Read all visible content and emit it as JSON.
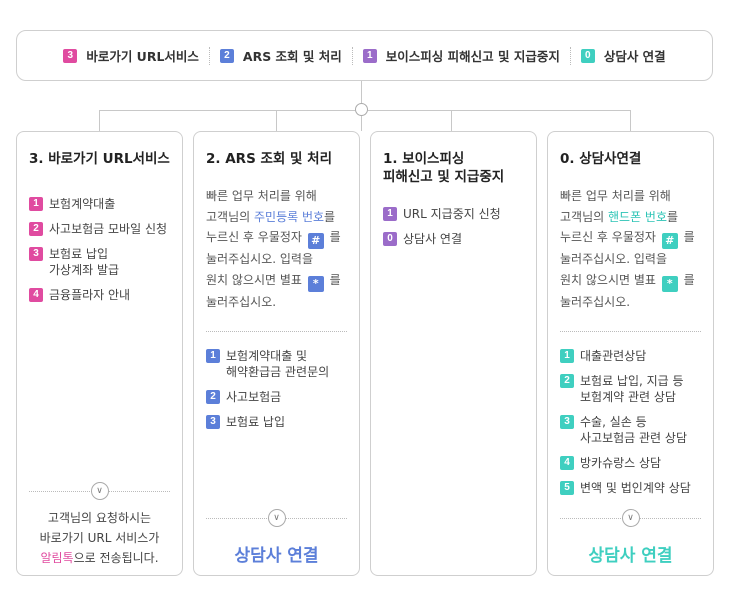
{
  "menu": [
    {
      "num": "3",
      "label": "바로가기 URL서비스",
      "color": "#e04ba0"
    },
    {
      "num": "2",
      "label": "ARS 조회 및 처리",
      "color": "#5c7fd9"
    },
    {
      "num": "1",
      "label": "보이스피싱 피해신고 및 지급중지",
      "color": "#9b6cc9"
    },
    {
      "num": "0",
      "label": "상담사 연결",
      "color": "#3fcfc0"
    }
  ],
  "card_url": {
    "title": "3. 바로가기 URL서비스",
    "items": [
      {
        "num": "1",
        "label": "보험계약대출"
      },
      {
        "num": "2",
        "label": "사고보험금 모바일 신청"
      },
      {
        "num": "3",
        "label": "보험료 납입\n가상계좌 발급"
      },
      {
        "num": "4",
        "label": "금융플라자 안내"
      }
    ],
    "footer_line1": "고객님의 요청하시는",
    "footer_line2": "바로가기 URL 서비스가",
    "footer_highlight": "알림톡",
    "footer_line3_rest": "으로 전송됩니다."
  },
  "card_ars": {
    "title": "2. ARS 조회 및 처리",
    "desc_line1": "빠른 업무 처리를 위해",
    "desc_line2_pre": "고객님의 ",
    "desc_line2_hl": "주민등록 번호",
    "desc_line2_post": "를",
    "desc_line3_pre": "누르신 후 우물정자 ",
    "desc_line3_key": "#",
    "desc_line3_post": " 를",
    "desc_line4": "눌러주십시오. 입력을",
    "desc_line5_pre": "원치 않으시면 별표 ",
    "desc_line5_key": "*",
    "desc_line5_post": " 를",
    "desc_line6": "눌러주십시오.",
    "items": [
      {
        "num": "1",
        "label": "보험계약대출 및\n해약환급금 관련문의"
      },
      {
        "num": "2",
        "label": "사고보험금"
      },
      {
        "num": "3",
        "label": "보험료 납입"
      }
    ],
    "cta": "상담사 연결"
  },
  "card_voice": {
    "title": "1. 보이스피싱\n피해신고 및 지급중지",
    "items": [
      {
        "num": "1",
        "label": "URL 지급중지 신청"
      },
      {
        "num": "0",
        "label": "상담사 연결"
      }
    ]
  },
  "card_agent": {
    "title": "0. 상담사연결",
    "desc_line1": "빠른 업무 처리를 위해",
    "desc_line2_pre": "고객님의 ",
    "desc_line2_hl": "핸드폰 번호",
    "desc_line2_post": "를",
    "desc_line3_pre": "누르신 후 우물정자 ",
    "desc_line3_key": "#",
    "desc_line3_post": " 를",
    "desc_line4": "눌러주십시오. 입력을",
    "desc_line5_pre": "원치 않으시면 별표 ",
    "desc_line5_key": "*",
    "desc_line5_post": " 를",
    "desc_line6": "눌러주십시오.",
    "items": [
      {
        "num": "1",
        "label": "대출관련상담"
      },
      {
        "num": "2",
        "label": "보험료 납입, 지급 등\n보험계약 관련 상담"
      },
      {
        "num": "3",
        "label": "수술, 실손 등\n사고보험금 관련 상담"
      },
      {
        "num": "4",
        "label": "방카슈랑스 상담"
      },
      {
        "num": "5",
        "label": "변액 및 법인계약 상담"
      }
    ],
    "cta": "상담사 연결"
  }
}
